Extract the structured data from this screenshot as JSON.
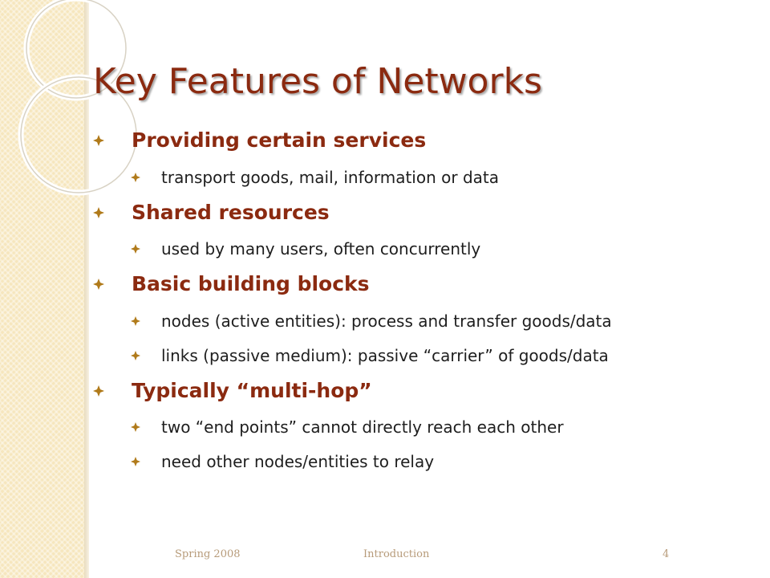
{
  "slide": {
    "title": "Key Features of Networks",
    "bullets": [
      {
        "level": 1,
        "text": "Providing certain services"
      },
      {
        "level": 2,
        "text": "transport goods, mail, information or data"
      },
      {
        "level": 1,
        "text": "Shared resources"
      },
      {
        "level": 2,
        "text": "used by many users, often concurrently"
      },
      {
        "level": 1,
        "text": "Basic building blocks"
      },
      {
        "level": 2,
        "text": "nodes (active entities): process and transfer goods/data"
      },
      {
        "level": 2,
        "text": "links (passive medium): passive “carrier” of goods/data"
      },
      {
        "level": 1,
        "text": "Typically “multi-hop”"
      },
      {
        "level": 2,
        "text": "two “end points” cannot directly reach each other"
      },
      {
        "level": 2,
        "text": "need other nodes/entities to relay"
      }
    ],
    "footer": {
      "left": "Spring 2008",
      "center": "Introduction",
      "page_number": "4"
    }
  },
  "colors": {
    "heading": "#8b2a10",
    "body_text": "#1e1e1e",
    "bullet": "#b07a1a",
    "band": "#f6e6bd",
    "footer": "#b79b7a"
  }
}
